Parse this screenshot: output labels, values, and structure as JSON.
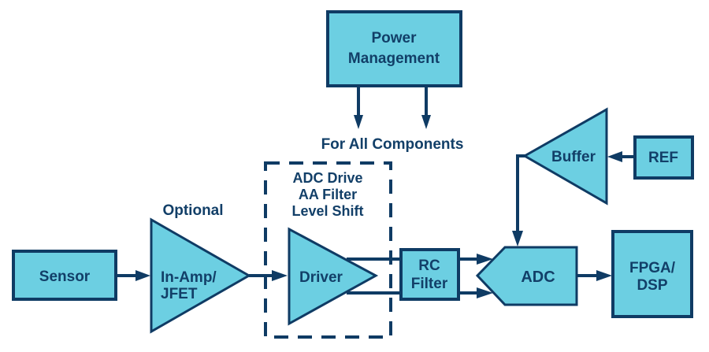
{
  "diagram": {
    "colors": {
      "fill": "#6ccfe2",
      "stroke": "#0f3b64",
      "text": "#123f68"
    },
    "power_management": {
      "line1": "Power",
      "line2": "Management"
    },
    "power_note": "For All Components",
    "sensor": "Sensor",
    "optional_label": "Optional",
    "in_amp": {
      "line1": "In-Amp/",
      "line2": "JFET"
    },
    "adc_drive_group": {
      "line1": "ADC Drive",
      "line2": "AA Filter",
      "line3": "Level Shift"
    },
    "driver": "Driver",
    "rc_filter": {
      "line1": "RC",
      "line2": "Filter"
    },
    "adc": "ADC",
    "buffer": "Buffer",
    "ref": "REF",
    "fpga": {
      "line1": "FPGA/",
      "line2": "DSP"
    }
  }
}
